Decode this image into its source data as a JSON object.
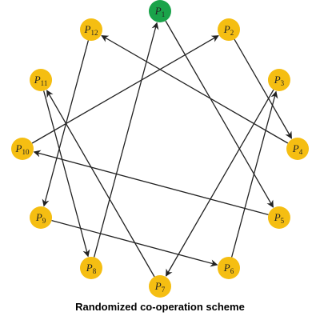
{
  "caption": "Randomized co-operation scheme",
  "colors": {
    "highlight": "#1aa34a",
    "node": "#f5be12",
    "edge": "#222222"
  },
  "nodes": [
    {
      "id": "1",
      "letter": "P",
      "sub": "1",
      "highlight": true
    },
    {
      "id": "2",
      "letter": "P",
      "sub": "2"
    },
    {
      "id": "3",
      "letter": "P",
      "sub": "3"
    },
    {
      "id": "4",
      "letter": "P",
      "sub": "4"
    },
    {
      "id": "5",
      "letter": "P",
      "sub": "5"
    },
    {
      "id": "6",
      "letter": "P",
      "sub": "6"
    },
    {
      "id": "7",
      "letter": "P",
      "sub": "7"
    },
    {
      "id": "8",
      "letter": "P",
      "sub": "8"
    },
    {
      "id": "9",
      "letter": "P",
      "sub": "9"
    },
    {
      "id": "10",
      "letter": "P",
      "sub": "10"
    },
    {
      "id": "11",
      "letter": "P",
      "sub": "11"
    },
    {
      "id": "12",
      "letter": "P",
      "sub": "12"
    }
  ],
  "edges": [
    {
      "from": "1",
      "to": "5"
    },
    {
      "from": "2",
      "to": "4"
    },
    {
      "from": "3",
      "to": "7"
    },
    {
      "from": "4",
      "to": "12"
    },
    {
      "from": "5",
      "to": "10"
    },
    {
      "from": "6",
      "to": "3"
    },
    {
      "from": "7",
      "to": "11"
    },
    {
      "from": "8",
      "to": "1"
    },
    {
      "from": "9",
      "to": "6"
    },
    {
      "from": "10",
      "to": "2"
    },
    {
      "from": "11",
      "to": "8"
    },
    {
      "from": "12",
      "to": "9"
    }
  ]
}
